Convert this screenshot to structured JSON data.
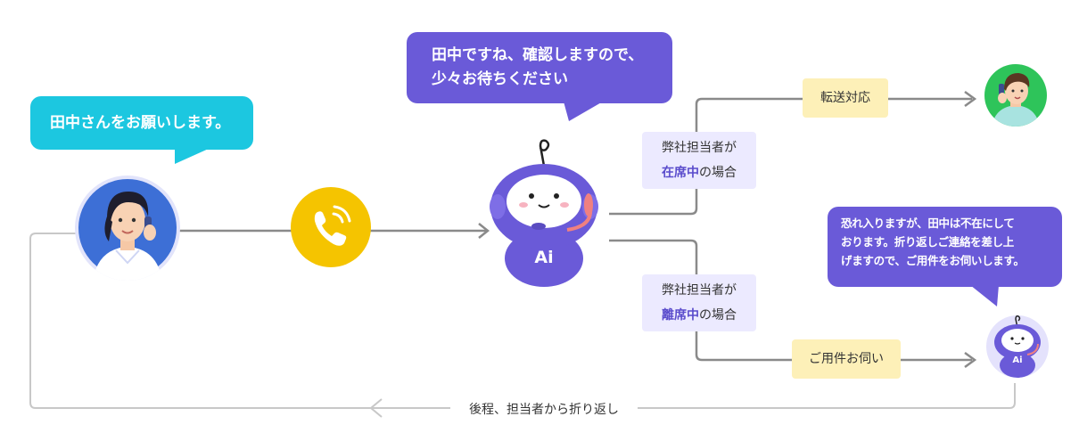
{
  "bubbles": {
    "customer": "田中さんをお願いします。",
    "ai_line1": "田中ですね、確認しますので、",
    "ai_line2": "少々お待ちください",
    "absent_line1": "恐れ入りますが、田中は不在にして",
    "absent_line2": "おります。折り返しご連絡を差し上",
    "absent_line3": "げますので、ご用件をお伺いします。"
  },
  "branches": {
    "present": {
      "prefix": "弊社担当者が",
      "highlight": "在席中",
      "suffix": "の場合",
      "action": "転送対応"
    },
    "absent": {
      "prefix": "弊社担当者が",
      "highlight": "離席中",
      "suffix": "の場合",
      "action": "ご用件お伺い"
    }
  },
  "callback_label": "後程、担当者から折り返し",
  "bot_text": "Ai",
  "colors": {
    "cyan": "#1cc7e0",
    "purple": "#6a5ad8",
    "yellow_tag": "#fdf0b8",
    "lavender_tag": "#eceaff",
    "phone_yellow": "#f5c400",
    "line_gray": "#8a8a8a",
    "staff_green": "#2ec45a"
  },
  "icons": [
    "customer-avatar-icon",
    "phone-call-icon",
    "ai-robot-icon",
    "staff-avatar-icon",
    "small-ai-robot-icon"
  ]
}
